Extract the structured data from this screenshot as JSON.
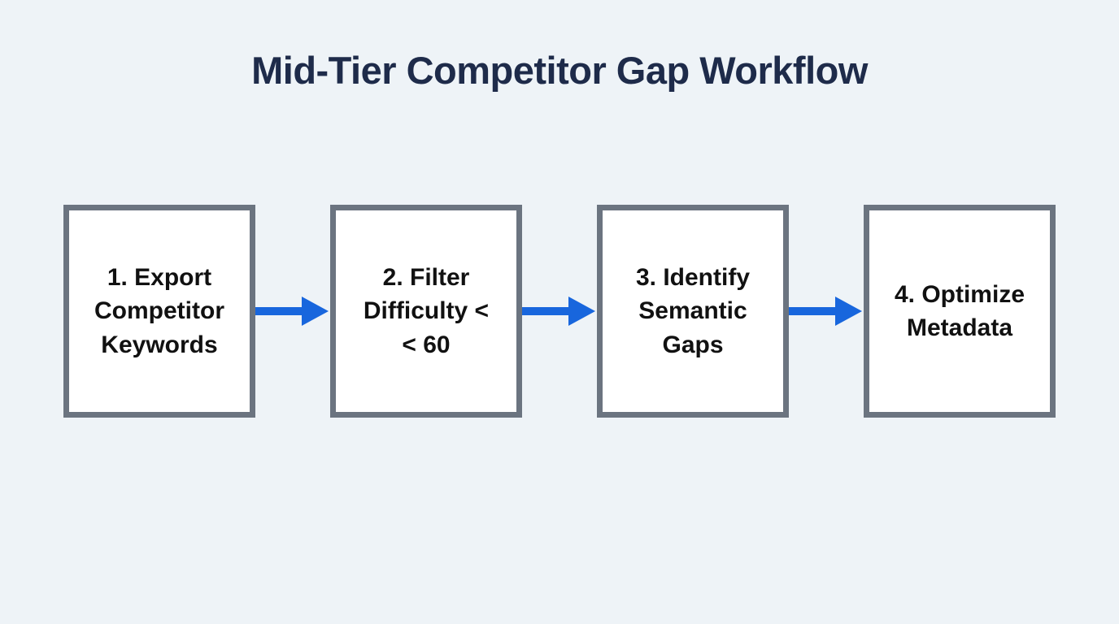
{
  "title": "Mid-Tier Competitor Gap Workflow",
  "colors": {
    "background": "#eef3f7",
    "title_text": "#1e2b4a",
    "box_border": "#6b7480",
    "box_fill": "#ffffff",
    "box_text": "#111111",
    "arrow": "#1866dd"
  },
  "steps": [
    {
      "label": "1. Export Competitor Keywords",
      "lines": [
        "1. Export",
        "Competitor",
        "Keywords"
      ]
    },
    {
      "label": "2. Filter Difficulty < < 60",
      "lines": [
        "2. Filter",
        "Difficulty <",
        "< 60"
      ]
    },
    {
      "label": "3. Identify Semantic Gaps",
      "lines": [
        "3. Identify",
        "Semantic",
        "Gaps"
      ]
    },
    {
      "label": "4. Optimize Metadata",
      "lines": [
        "4. Optimize",
        "Metadata"
      ]
    }
  ]
}
